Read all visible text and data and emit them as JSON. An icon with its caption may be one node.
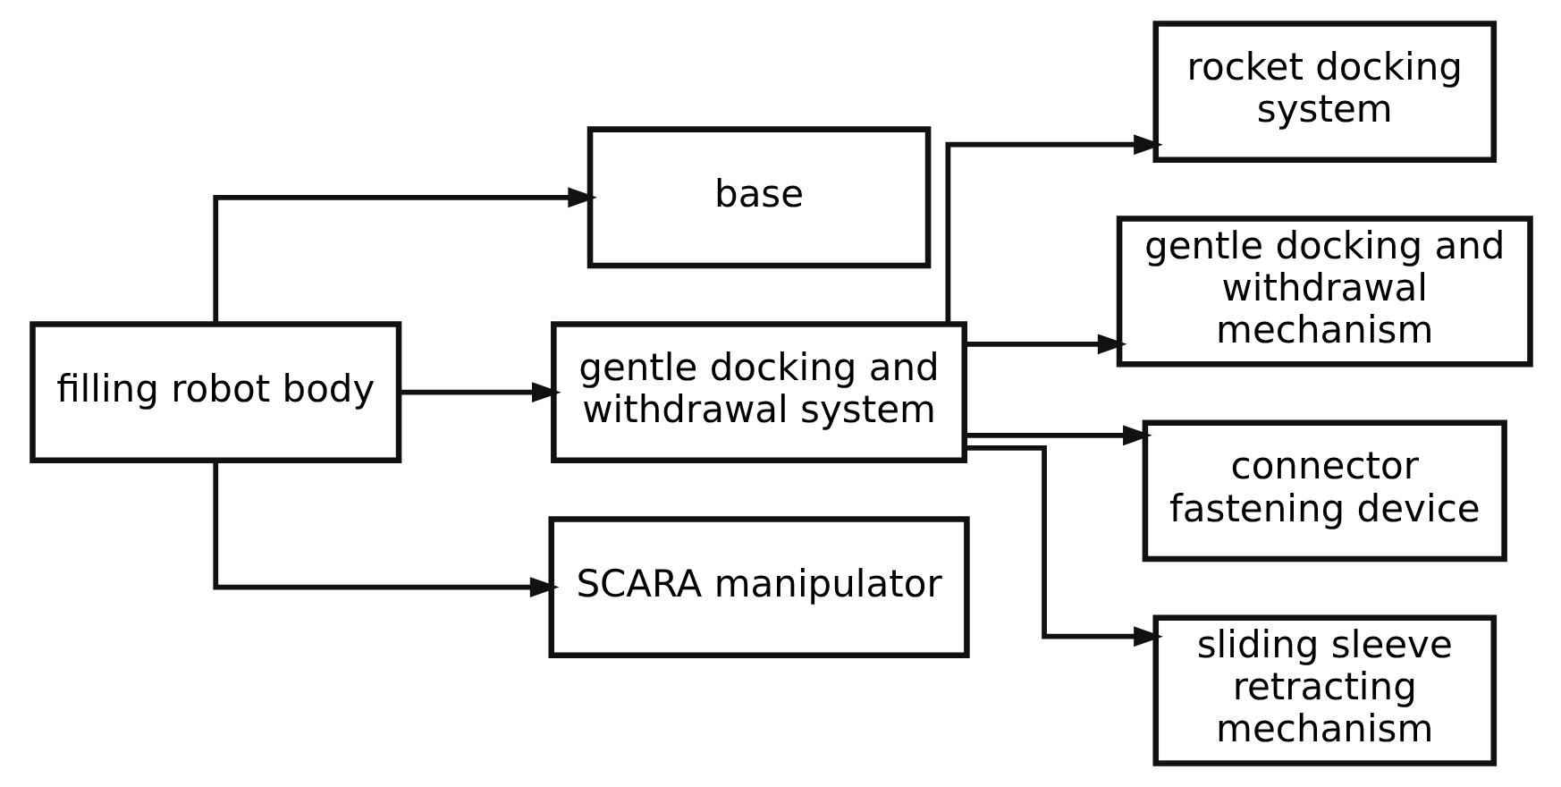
{
  "diagram": {
    "nodes": [
      {
        "text": [
          "filling robot body"
        ]
      },
      {
        "text": [
          "base"
        ]
      },
      {
        "text": [
          "gentle docking and withdrawal system"
        ]
      },
      {
        "text": [
          "SCARA manipulator"
        ]
      },
      {
        "text": [
          "rocket docking system"
        ]
      },
      {
        "text": [
          "gentle docking and withdrawal mechanism"
        ]
      },
      {
        "text": [
          "connector fastening device"
        ]
      },
      {
        "text": [
          "sliding sleeve retracting mechanism"
        ]
      }
    ],
    "edges": [
      {
        "from": 0,
        "to": 1,
        "arrow": "to"
      },
      {
        "from": 0,
        "to": 2,
        "arrow": "to"
      },
      {
        "from": 0,
        "to": 3,
        "arrow": "to"
      },
      {
        "from": 2,
        "to": 4,
        "arrow": "to"
      },
      {
        "from": 2,
        "to": 5,
        "arrow": "to"
      },
      {
        "from": 2,
        "to": 6,
        "arrow": "to"
      },
      {
        "from": 2,
        "to": 7,
        "arrow": "to"
      }
    ]
  }
}
